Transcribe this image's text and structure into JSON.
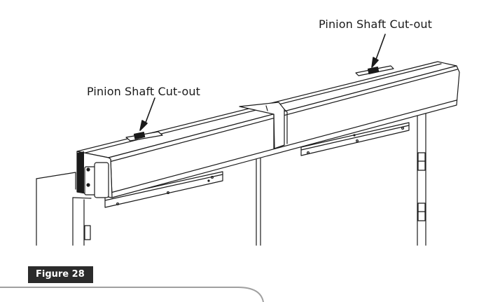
{
  "callouts": {
    "right": "Pinion Shaft Cut-out",
    "left": "Pinion Shaft Cut-out"
  },
  "figure": {
    "label": "Figure 28"
  },
  "colors": {
    "line": "#1a1a1a",
    "badge_bg": "#2b2b2b",
    "badge_text": "#ffffff"
  }
}
